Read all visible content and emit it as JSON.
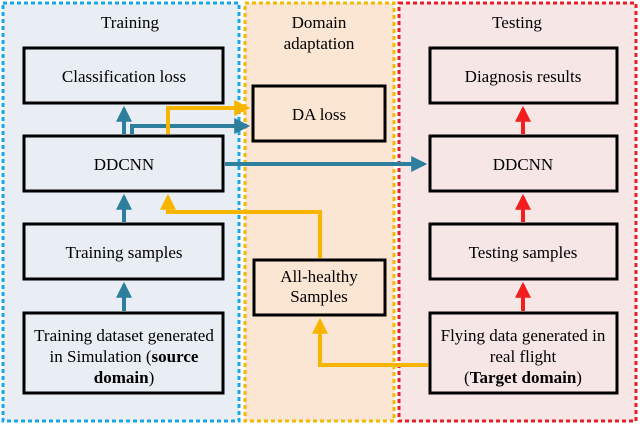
{
  "panels": {
    "training": {
      "title": "Training",
      "border": "#1aa6e6",
      "fill": "#e9eef4"
    },
    "domain_adaptation": {
      "title_line1": "Domain",
      "title_line2": "adaptation",
      "border": "#f5b800",
      "fill": "#fbe6d4"
    },
    "testing": {
      "title": "Testing",
      "border": "#e8202a",
      "fill": "#f6e6e6"
    }
  },
  "boxes": {
    "classification_loss": "Classification loss",
    "ddcnn_train": "DDCNN",
    "training_samples": "Training samples",
    "training_dataset": {
      "line1": "Training dataset generated",
      "line2_prefix": "in Simulation (",
      "line2_bold": "source",
      "line3_bold": "domain",
      "line3_suffix": ")"
    },
    "da_loss": "DA loss",
    "all_healthy": {
      "line1": "All-healthy",
      "line2": "Samples"
    },
    "diagnosis_results": "Diagnosis results",
    "ddcnn_test": "DDCNN",
    "testing_samples": "Testing samples",
    "flying_data": {
      "line1": "Flying data generated in",
      "line2": "real flight",
      "line3_prefix": "(",
      "line3_bold": "Target domain",
      "line3_suffix": ")"
    }
  },
  "colors": {
    "arrow_teal": "#2e7f9e",
    "arrow_yellow": "#f7b500",
    "arrow_red": "#f21d1d",
    "box_border": "#000000"
  }
}
